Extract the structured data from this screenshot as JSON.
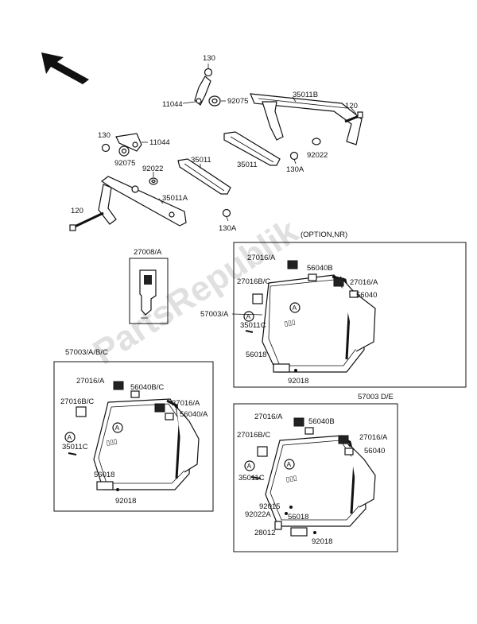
{
  "diagram": {
    "watermark": "PartsRepublik",
    "boxes": {
      "option_nr": "(OPTION,NR)",
      "abc": "57003/A/B/C",
      "de": "57003 D/E"
    },
    "circle_marker": "A",
    "top_labels": {
      "p130_top": "130",
      "p11044_top": "11044",
      "p92075_top": "92075",
      "p35011b": "35011B",
      "p120_right": "120",
      "p130_left": "130",
      "p11044_left": "11044",
      "p92075_left": "92075",
      "p92022_left": "92022",
      "p35011_mid": "35011",
      "p35011_right": "35011",
      "p92022_right": "92022",
      "p130a_right": "130A",
      "p35011a": "35011A",
      "p120_left": "120",
      "p130a_bottom": "130A",
      "p27008": "27008/A"
    },
    "option_labels": {
      "l27016a_1": "27016/A",
      "l56040b": "56040B",
      "l27016bc": "27016B/C",
      "l27016a_2": "27016/A",
      "l56040": "56040",
      "l57003a": "57003/A",
      "l35011c": "35011C",
      "l56018": "56018",
      "l92018": "92018"
    },
    "abc_labels": {
      "l27016a_1": "27016/A",
      "l56040bc": "56040B/C",
      "l27016bc": "27016B/C",
      "l27016a_2": "27016/A",
      "l56040a": "56040/A",
      "l35011c": "35011C",
      "l56018": "56018",
      "l92018": "92018"
    },
    "de_labels": {
      "l27016a_1": "27016/A",
      "l56040b": "56040B",
      "l27016bc": "27016B/C",
      "l27016a_2": "27016/A",
      "l56040": "56040",
      "l35011c": "35011C",
      "l92015": "92015",
      "l92022a": "92022A",
      "l56018": "56018",
      "l28012": "28012",
      "l92018": "92018"
    }
  }
}
